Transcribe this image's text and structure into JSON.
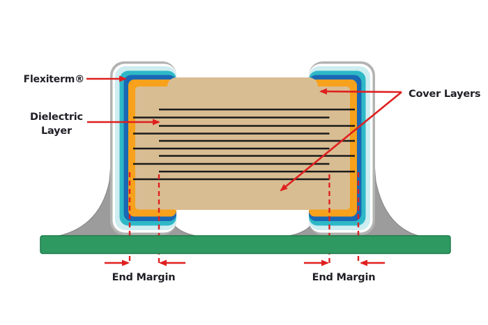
{
  "diagram": {
    "labels": {
      "flexiterm": "Flexiterm®",
      "dielectric_line1": "Dielectric",
      "dielectric_line2": "Layer",
      "cover_layers": "Cover Layers",
      "end_margin": "End Margin"
    },
    "colors": {
      "ceramic_body": "#d9bd92",
      "copper_termination_layer": "#f7a11c",
      "flexiterm_layer": "#1a68b4",
      "nickel_layer": "#2eb8c7",
      "tin_layer": "#cdedf0",
      "termination_outline": "#b3b3b2",
      "solder_fillet": "#9c9c9c",
      "pcb_board": "#2e9a62",
      "electrode": "#1b1b1b",
      "annotation_red": "#df1f1f",
      "label_text": "#1f1f26",
      "background": "#ffffff"
    }
  }
}
